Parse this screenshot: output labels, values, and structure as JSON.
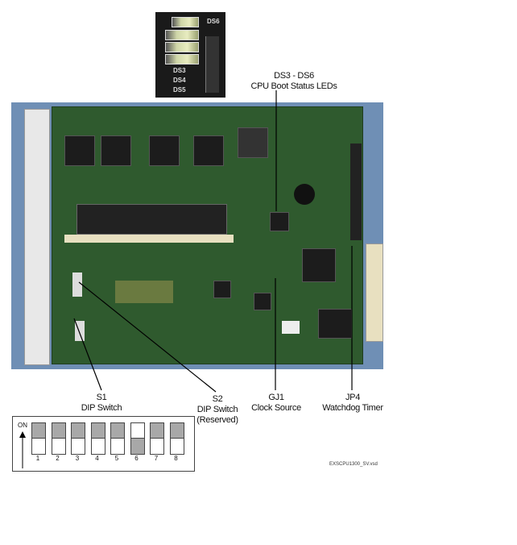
{
  "inset": {
    "labels": [
      "DS6",
      "DS3",
      "DS4",
      "DS5"
    ]
  },
  "labels": {
    "ds": {
      "line1": "DS3 - DS6",
      "line2": "CPU Boot Status LEDs"
    },
    "s1": {
      "line1": "S1",
      "line2": "DIP Switch"
    },
    "s2": {
      "line1": "S2",
      "line2": "DIP Switch",
      "line3": "(Reserved)"
    },
    "gj1": {
      "line1": "GJ1",
      "line2": "Clock Source"
    },
    "jp4": {
      "line1": "JP4",
      "line2": "Watchdog Timer"
    }
  },
  "dip": {
    "on_label": "ON",
    "switches": [
      {
        "n": "1",
        "state": "on"
      },
      {
        "n": "2",
        "state": "on"
      },
      {
        "n": "3",
        "state": "on"
      },
      {
        "n": "4",
        "state": "on"
      },
      {
        "n": "5",
        "state": "on"
      },
      {
        "n": "6",
        "state": "off"
      },
      {
        "n": "7",
        "state": "on"
      },
      {
        "n": "8",
        "state": "on"
      }
    ],
    "fill_color": "#a8a8a8"
  },
  "file_name": "EXSCPU1300_SV.vsd"
}
